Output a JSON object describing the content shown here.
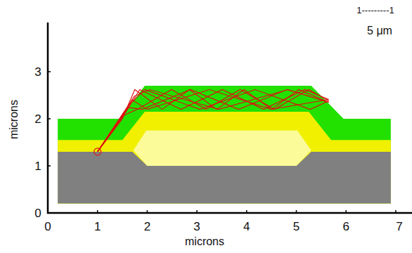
{
  "diagram": {
    "labels": [
      "1---------1",
      "5 μm",
      "3",
      "2",
      "1",
      "0",
      "0",
      "1",
      "2",
      "3",
      "4",
      "5",
      "6",
      "7",
      "microns",
      "microns"
    ]
  }
}
